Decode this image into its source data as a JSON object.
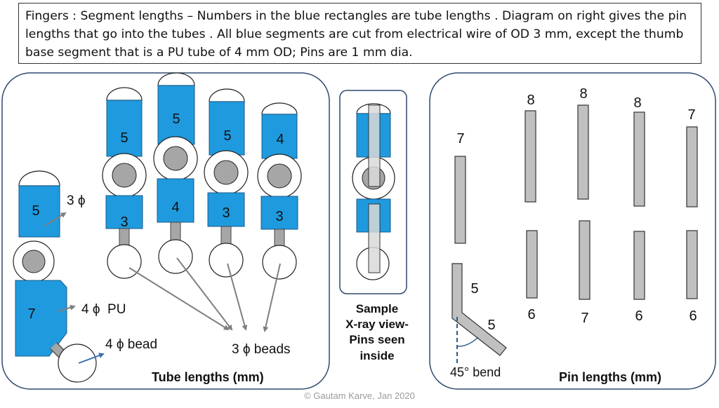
{
  "header": {
    "text": "Fingers : Segment lengths – Numbers in the blue rectangles are tube lengths . Diagram on right gives the pin lengths that go into the tubes . All blue segments are cut from electrical wire of OD 3 mm, except the thumb base segment that is a PU tube of 4 mm OD; Pins are 1 mm dia."
  },
  "tube_panel": {
    "title": "Tube lengths (mm)",
    "thumb": {
      "top_tube": "5",
      "base_tube": "7"
    },
    "fingers": [
      {
        "top_tube": "5",
        "bottom_tube": "3"
      },
      {
        "top_tube": "5",
        "bottom_tube": "4"
      },
      {
        "top_tube": "5",
        "bottom_tube": "3"
      },
      {
        "top_tube": "4",
        "bottom_tube": "3"
      }
    ],
    "labels": {
      "phi3": "3 ϕ",
      "phi4_pu": "4 ϕ  PU",
      "phi4_bead": "4 ϕ bead",
      "phi3_beads": "3 ϕ beads"
    }
  },
  "xray_panel": {
    "caption_lines": [
      "Sample",
      "X-ray view-",
      "Pins seen",
      "inside"
    ]
  },
  "pin_panel": {
    "title": "Pin lengths (mm)",
    "top_pins": [
      "7",
      "8",
      "8",
      "8",
      "7"
    ],
    "bottom_pins": [
      "6",
      "7",
      "6",
      "6"
    ],
    "bent_pin": {
      "upper": "5",
      "lower": "5",
      "bend_label": "45° bend"
    }
  },
  "footer": {
    "copyright": "© Gautam Karve, Jan 2020"
  },
  "colors": {
    "tube_blue": "#1f9ade",
    "joint_grey": "#a6a6a6",
    "pin_grey": "#c0c0c0",
    "panel_border": "#2f4a6e",
    "arrow_grey": "#7f7f7f",
    "arrow_blue": "#3a6fb5",
    "dash_blue": "#2e5b8a"
  }
}
